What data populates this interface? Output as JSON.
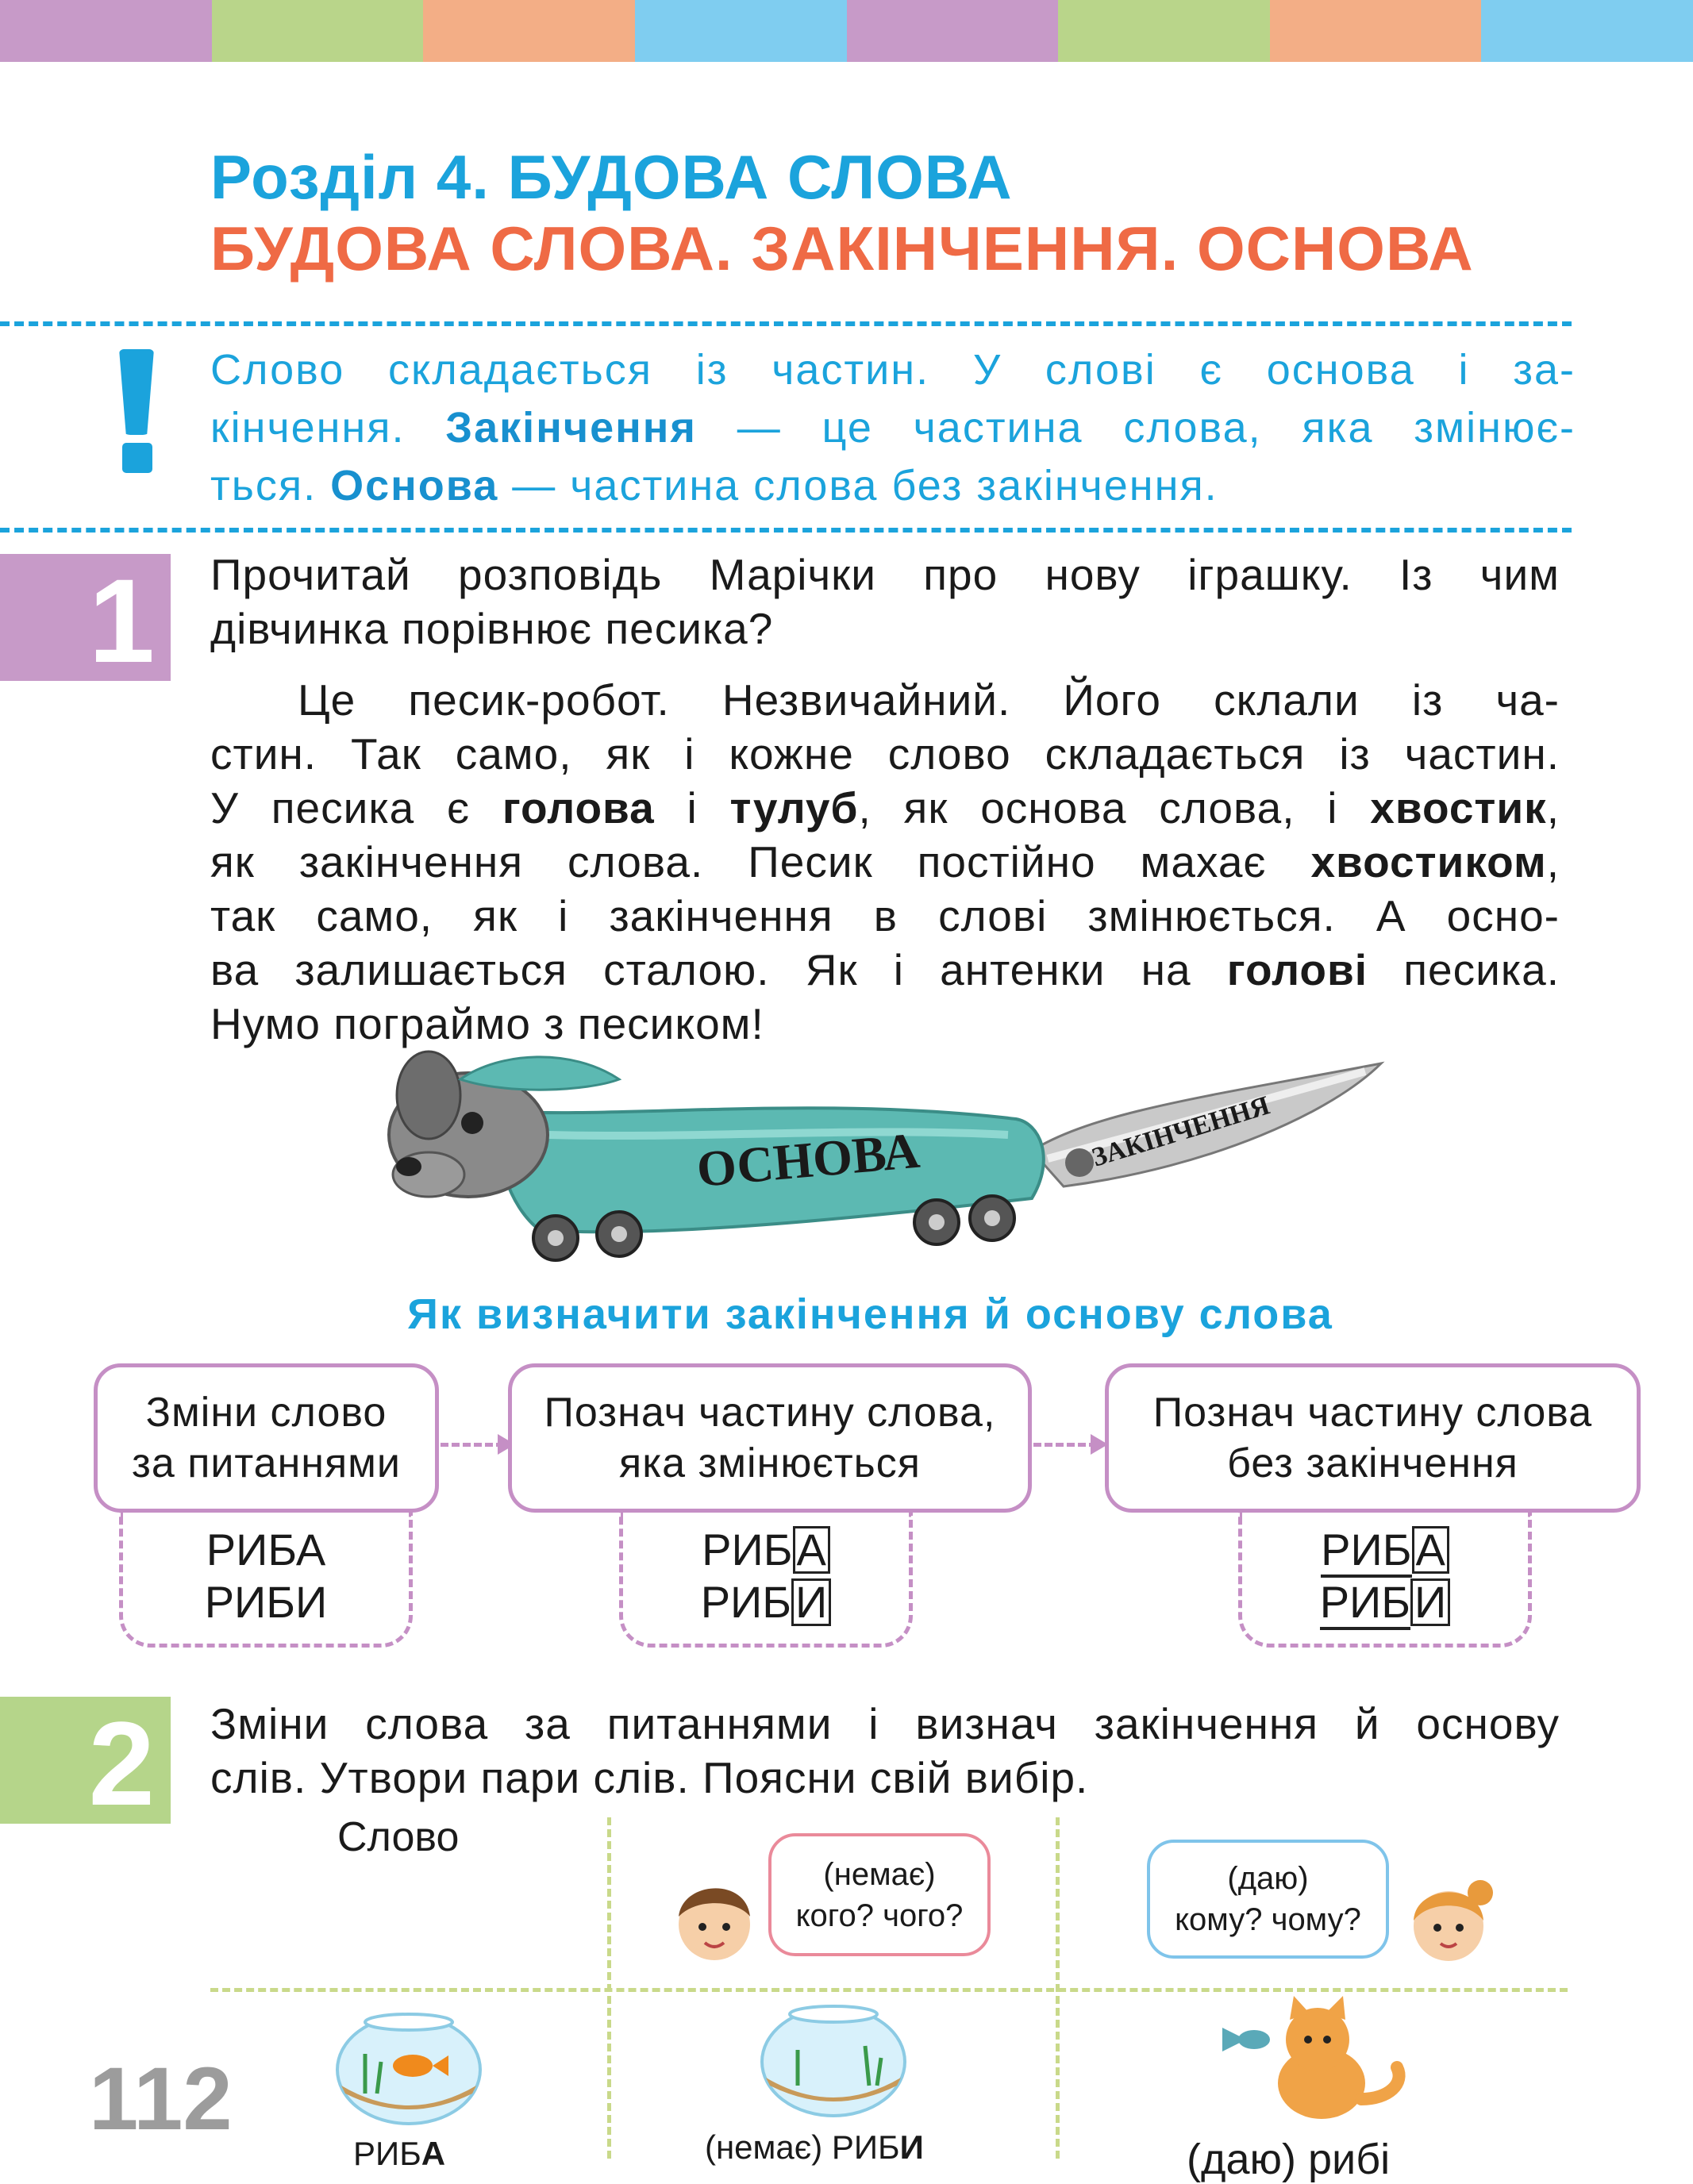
{
  "colors": {
    "stripe": [
      "#c79ac8",
      "#b9d58a",
      "#f3ae86",
      "#7fcdf0",
      "#c79ac8",
      "#b9d58a",
      "#f3ae86",
      "#7fcdf0"
    ],
    "blue": "#1ba3dc",
    "orange": "#ef6a45",
    "purple_box": "#c79ac8",
    "green_box": "#b5d58a"
  },
  "header": {
    "section_title": "Розділ 4. БУДОВА СЛОВА",
    "topic_title": "БУДОВА СЛОВА. ЗАКІНЧЕННЯ. ОСНОВА"
  },
  "rule": {
    "icon": "exclamation-icon",
    "line1": "Слово складається із частин. У слові є основа і за-",
    "line2_pre": "кінчення. ",
    "line2_term": "Закінчення",
    "line2_post": " — це частина слова, яка змінює-",
    "line3_pre": "ться. ",
    "line3_term": "Основа",
    "line3_post": " — частина слова без закінчення."
  },
  "task1": {
    "number": "1",
    "line1": "Прочитай розповідь Марічки про нову іграшку. Із чим",
    "line2": "дівчинка порівнює песика?",
    "story": {
      "l1": "Це песик-робот. Незвичайний. Його склали із ча-",
      "l2": "стин. Так само, як і кожне слово складається із частин.",
      "l3_a": "У песика є ",
      "l3_b": "голова",
      "l3_c": " і ",
      "l3_d": "тулуб",
      "l3_e": ", як основа слова, і ",
      "l3_f": "хвостик",
      "l3_g": ",",
      "l4_a": "як закінчення слова. Песик постійно махає ",
      "l4_b": "хвостиком",
      "l4_c": ",",
      "l5": "так само, як і закінчення в слові змінюється. А осно-",
      "l6_a": "ва залишається сталою. Як і антенки на ",
      "l6_b": "голові",
      "l6_c": " песика.",
      "l7": "Нумо пограймо з песиком!"
    },
    "dog_body_label": "ОСНОВА",
    "dog_tail_label": "ЗАКІНЧЕННЯ"
  },
  "howto": {
    "title": "Як визначити закінчення й основу слова",
    "steps": [
      {
        "l1": "Зміни слово",
        "l2": "за питаннями"
      },
      {
        "l1": "Познач частину слова,",
        "l2": "яка змінюється"
      },
      {
        "l1": "Познач частину слова",
        "l2": "без закінчення"
      }
    ],
    "examples": {
      "e1a": "РИБА",
      "e1b": "РИБИ",
      "stem": "РИБ",
      "end_a": "А",
      "end_b": "И"
    }
  },
  "task2": {
    "number": "2",
    "line1": "Зміни слова за питаннями і визнач закінчення й основу",
    "line2": "слів. Утвори пари слів. Поясни свій вибір.",
    "col1_header": "Слово",
    "bubble1": {
      "l1": "(немає)",
      "l2": "кого? чого?"
    },
    "bubble2": {
      "l1": "(даю)",
      "l2": "кому? чому?"
    },
    "row1": {
      "c1_stem": "РИБ",
      "c1_end": "А",
      "c2_prefix": "(немає) ",
      "c2_stem": "РИБ",
      "c2_end": "И",
      "c3": "(даю) рибі"
    }
  },
  "page_number": "112"
}
